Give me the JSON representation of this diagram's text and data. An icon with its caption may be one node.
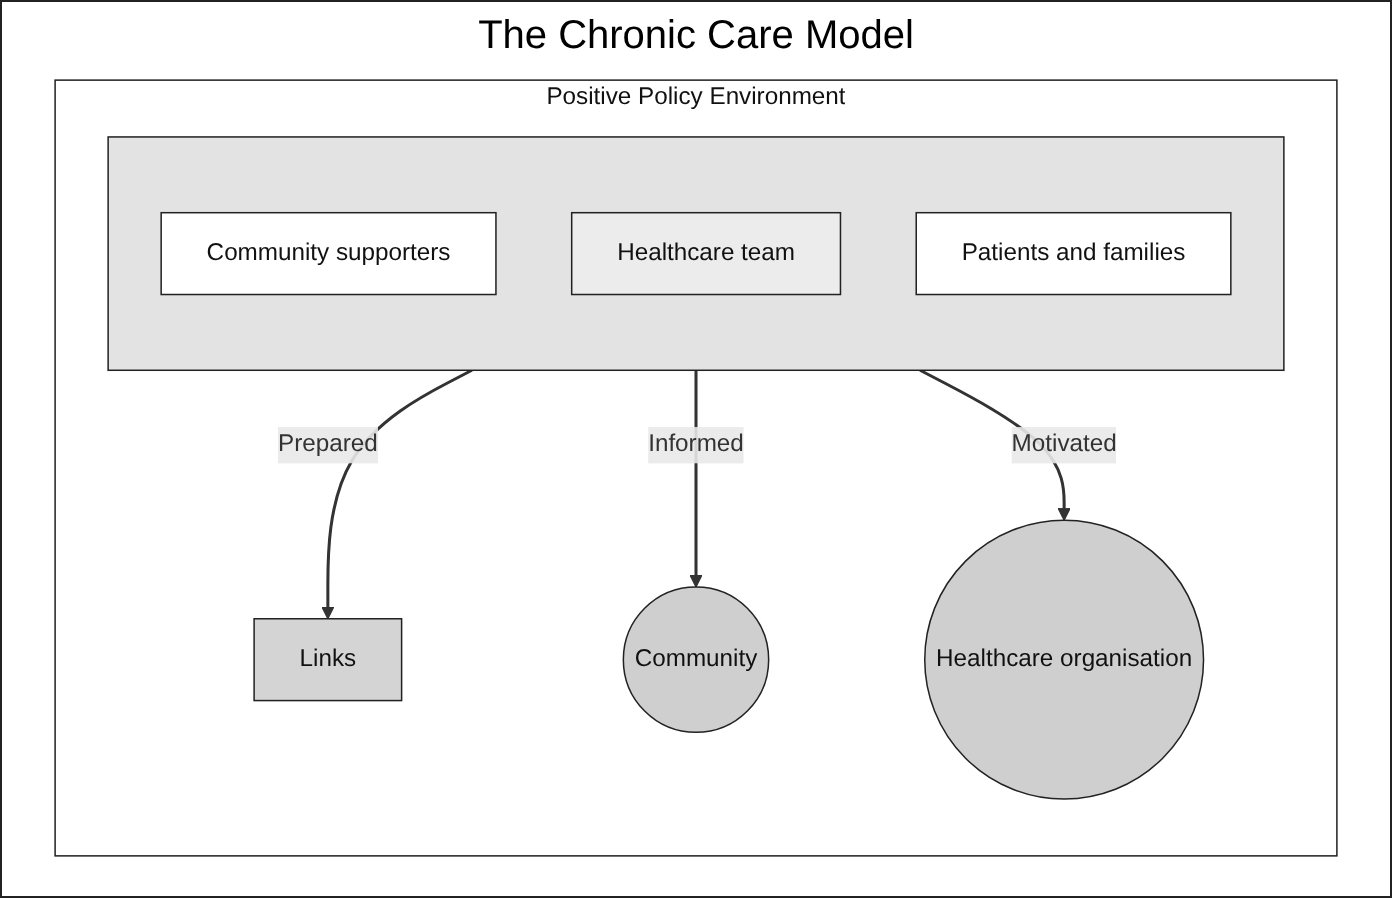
{
  "diagram": {
    "title": "The Chronic Care Model",
    "nodes": [
      {
        "text": [
          "Positive Policy Environment"
        ]
      },
      {
        "text": [
          "Community"
        ],
        "in": 0
      },
      {
        "text": [
          "Links"
        ],
        "in": 0
      },
      {
        "text": [
          "Healthcare organisation"
        ],
        "in": 0
      },
      {
        "text": [],
        "shape": "triangle",
        "in": 0
      },
      {
        "text": [
          "Community supporters"
        ],
        "in": 4
      },
      {
        "text": [
          "Healthcare team"
        ],
        "in": 4
      },
      {
        "text": [
          "Patients and families"
        ],
        "in": 4
      }
    ],
    "edges": [
      {
        "from": 4,
        "to": 2,
        "arrow": "to",
        "label": "Prepared"
      },
      {
        "from": 4,
        "to": 1,
        "arrow": "to",
        "label": "Informed"
      },
      {
        "from": 4,
        "to": 3,
        "arrow": "to",
        "label": "Motivated"
      }
    ]
  }
}
